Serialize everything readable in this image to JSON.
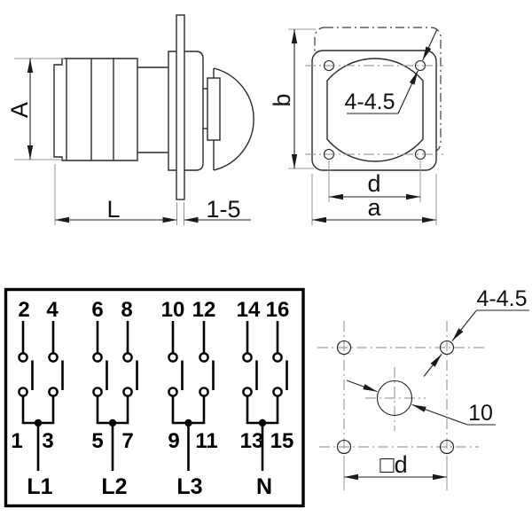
{
  "drawing": {
    "side_view": {
      "height_label": "A",
      "length_label": "L",
      "shaft_label": "1-5"
    },
    "front_view": {
      "height_label": "b",
      "holes_label": "4-4.5",
      "hole_spacing_label": "d",
      "width_label": "a"
    },
    "circuit": {
      "groups": [
        {
          "top_terminals": [
            "2",
            "4"
          ],
          "bottom_terminals": [
            "1",
            "3"
          ],
          "phase": "L1"
        },
        {
          "top_terminals": [
            "6",
            "8"
          ],
          "bottom_terminals": [
            "5",
            "7"
          ],
          "phase": "L2"
        },
        {
          "top_terminals": [
            "10",
            "12"
          ],
          "bottom_terminals": [
            "9",
            "11"
          ],
          "phase": "L3"
        },
        {
          "top_terminals": [
            "14",
            "16"
          ],
          "bottom_terminals": [
            "13",
            "15"
          ],
          "phase": "N"
        }
      ]
    },
    "drill_pattern": {
      "holes_label": "4-4.5",
      "center_hole_label": "10",
      "square_spacing_label": "□d"
    }
  }
}
